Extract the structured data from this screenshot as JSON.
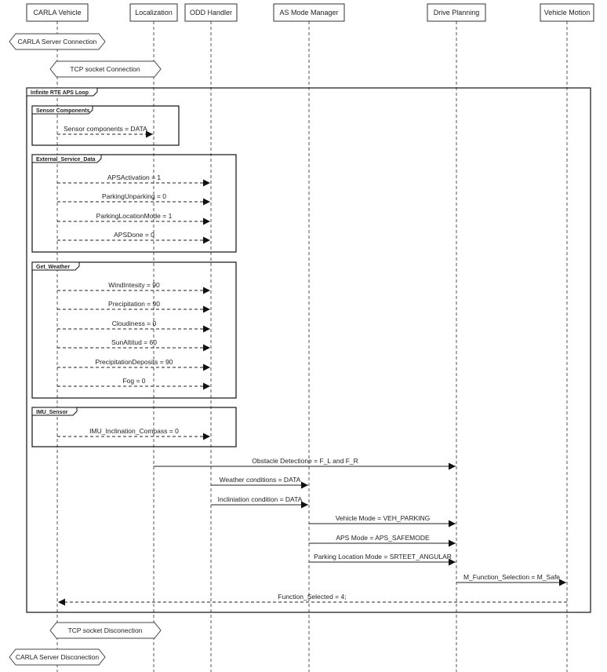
{
  "participants": [
    {
      "id": "carla",
      "label": "CARLA Vehicle"
    },
    {
      "id": "loc",
      "label": "Localization"
    },
    {
      "id": "odd",
      "label": "ODD Handler"
    },
    {
      "id": "asm",
      "label": "AS Mode Manager"
    },
    {
      "id": "dp",
      "label": "Drive Planning"
    },
    {
      "id": "vm",
      "label": "Vehicle Motion"
    }
  ],
  "states": [
    {
      "label": "CARLA Server Connection"
    },
    {
      "label": "TCP socket Connection"
    },
    {
      "label": "TCP socket Disconection"
    },
    {
      "label": "CARLA Server Disconection"
    }
  ],
  "loop": {
    "label": "Infinite RTE APS Loop"
  },
  "fragments": [
    {
      "label": "Sensor Components"
    },
    {
      "label": "External_Service_Data"
    },
    {
      "label": "Get_Weather"
    },
    {
      "label": "IMU_Sensor"
    }
  ],
  "messages": [
    {
      "from": "carla",
      "to": "loc",
      "style": "dashed",
      "label": "Sensor components = DATA"
    },
    {
      "from": "carla",
      "to": "odd",
      "style": "dashed",
      "label": "APSActivation = 1"
    },
    {
      "from": "carla",
      "to": "odd",
      "style": "dashed",
      "label": "ParkingUnparking = 0"
    },
    {
      "from": "carla",
      "to": "odd",
      "style": "dashed",
      "label": "ParkingLocationMode = 1"
    },
    {
      "from": "carla",
      "to": "odd",
      "style": "dashed",
      "label": "APSDone = 0"
    },
    {
      "from": "carla",
      "to": "odd",
      "style": "dashed",
      "label": "WindIntesity = 90"
    },
    {
      "from": "carla",
      "to": "odd",
      "style": "dashed",
      "label": "Precipitation = 90"
    },
    {
      "from": "carla",
      "to": "odd",
      "style": "dashed",
      "label": "Cloudiness = 0"
    },
    {
      "from": "carla",
      "to": "odd",
      "style": "dashed",
      "label": "SunAltitud = 60"
    },
    {
      "from": "carla",
      "to": "odd",
      "style": "dashed",
      "label": "PrecipitationDeposits = 90"
    },
    {
      "from": "carla",
      "to": "odd",
      "style": "dashed",
      "label": "Fog = 0"
    },
    {
      "from": "carla",
      "to": "odd",
      "style": "dashed",
      "label": "IMU_Inclination_Compass = 0"
    },
    {
      "from": "loc",
      "to": "dp",
      "style": "solid",
      "label": "Obstacle Detectione = F_L and F_R"
    },
    {
      "from": "odd",
      "to": "asm",
      "style": "solid",
      "label": "Weather conditions = DATA"
    },
    {
      "from": "odd",
      "to": "asm",
      "style": "solid",
      "label": "Incliniation condition = DATA"
    },
    {
      "from": "asm",
      "to": "dp",
      "style": "solid",
      "label": "Vehicle Mode = VEH_PARKING"
    },
    {
      "from": "asm",
      "to": "dp",
      "style": "solid",
      "label": "APS Mode = APS_SAFEMODE"
    },
    {
      "from": "asm",
      "to": "dp",
      "style": "solid",
      "label": "Parking Location Mode = SRTEET_ANGULAR"
    },
    {
      "from": "dp",
      "to": "vm",
      "style": "solid",
      "label": "M_Function_Selection = M_Safe"
    },
    {
      "from": "vm",
      "to": "carla",
      "style": "dashed",
      "label": "Function_Selected = 4;"
    }
  ]
}
